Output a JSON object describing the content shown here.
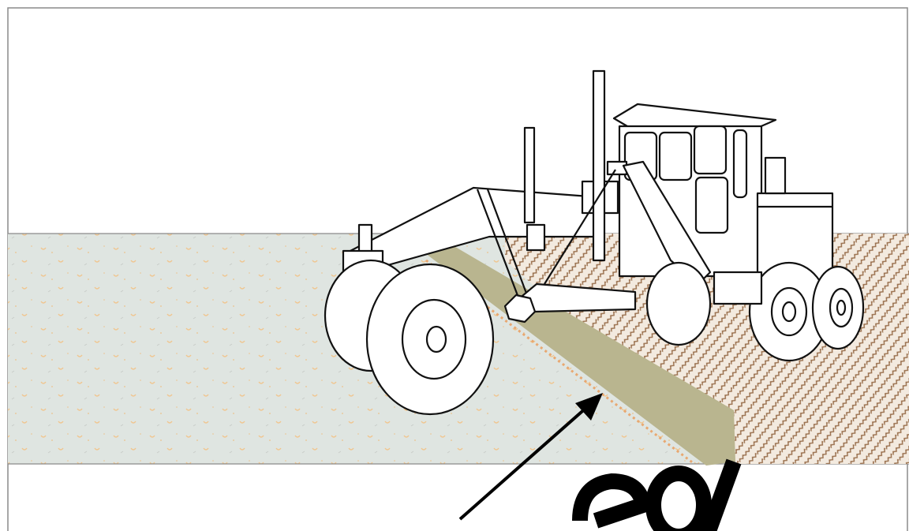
{
  "figure": {
    "description_tags": [
      "motor-grader",
      "moldboard-blade",
      "soil-cross-section",
      "arrow-pointer"
    ],
    "colors": {
      "background": "#ffffff",
      "frame": "#8a8a8a",
      "soil_fill": "#dfe5e1",
      "soil_speckle": "#f0c58e",
      "blade_fill": "#b9b58f",
      "windrow_pattern_light": "#f2e6d8",
      "windrow_pattern_dark": "#a07a5a",
      "machine_line": "#111111",
      "machine_fill": "#ffffff",
      "arrow": "#000000",
      "watermark": "#000000"
    },
    "watermark_text": "ed"
  }
}
